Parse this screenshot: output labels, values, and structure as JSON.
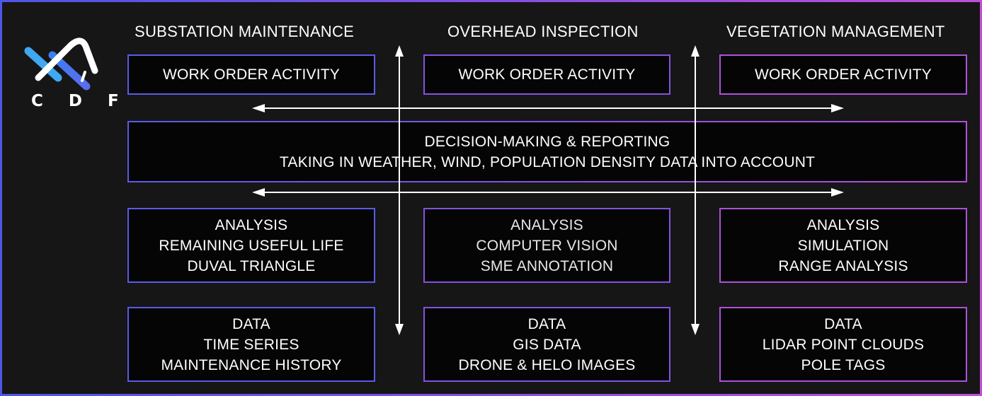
{
  "logo": {
    "text": "C D F",
    "icon": "cdf-logo-icon"
  },
  "columns": [
    {
      "title": "SUBSTATION MAINTENANCE",
      "work_order": "WORK ORDER ACTIVITY",
      "analysis": [
        "ANALYSIS",
        "REMAINING USEFUL LIFE",
        "DUVAL TRIANGLE"
      ],
      "data": [
        "DATA",
        "TIME SERIES",
        "MAINTENANCE HISTORY"
      ]
    },
    {
      "title": "OVERHEAD INSPECTION",
      "work_order": "WORK ORDER ACTIVITY",
      "analysis": [
        "ANALYSIS",
        "COMPUTER VISION",
        "SME ANNOTATION"
      ],
      "data": [
        "DATA",
        "GIS DATA",
        "DRONE & HELO IMAGES"
      ]
    },
    {
      "title": "VEGETATION MANAGEMENT",
      "work_order": "WORK ORDER ACTIVITY",
      "analysis": [
        "ANALYSIS",
        "SIMULATION",
        "RANGE ANALYSIS"
      ],
      "data": [
        "DATA",
        "LIDAR POINT CLOUDS",
        "POLE TAGS"
      ]
    }
  ],
  "decision": {
    "line1": "DECISION-MAKING & REPORTING",
    "line2": "TAKING IN WEATHER, WIND, POPULATION DENSITY DATA INTO ACCOUNT"
  },
  "colors": {
    "background": "#161616",
    "box_fill": "#050505",
    "border_left": "#5a5be8",
    "border_mid": "#8452e2",
    "border_right": "#b04fdb",
    "arrow": "#ffffff"
  }
}
